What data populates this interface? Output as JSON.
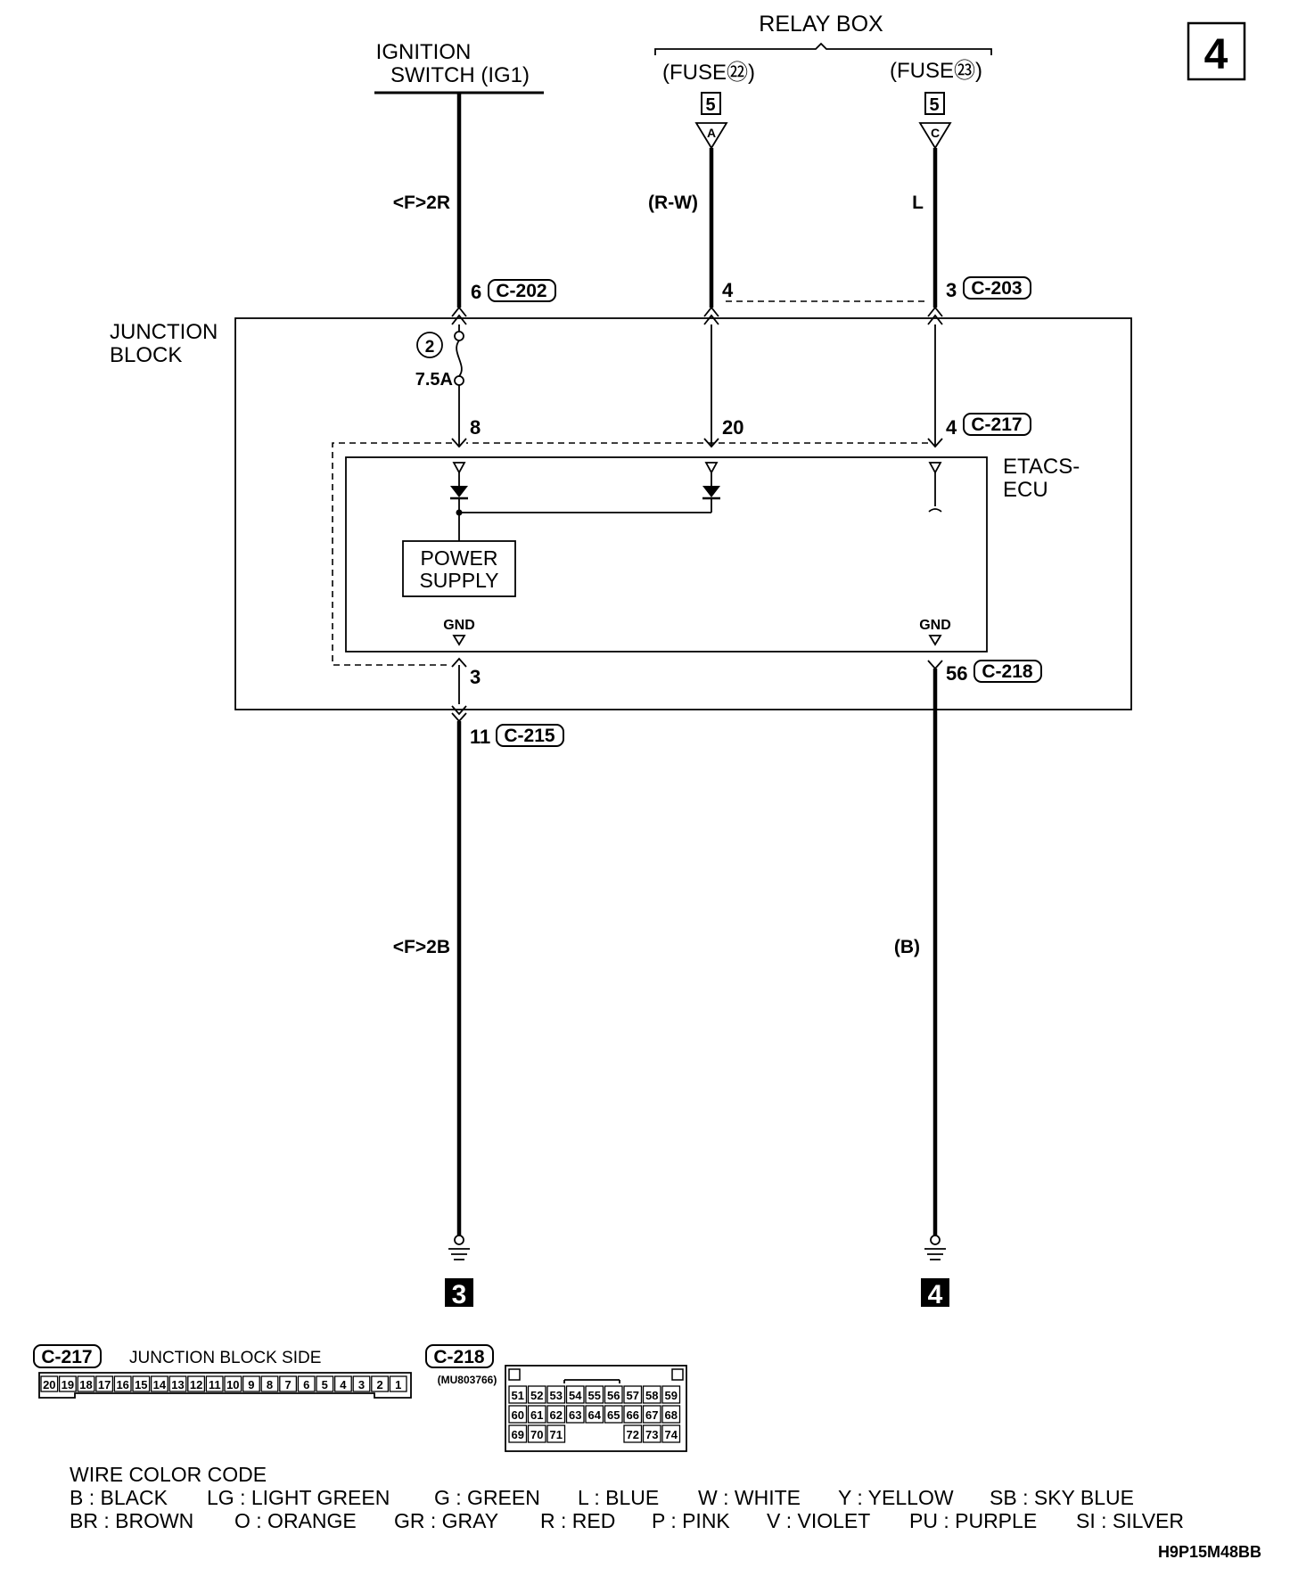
{
  "page_number": "4",
  "relay_box": {
    "title": "RELAY BOX",
    "fuse22": "(FUSE㉒)",
    "fuse23": "(FUSE㉓)",
    "conn_a_number": "5",
    "conn_a_letter": "A",
    "conn_c_number": "5",
    "conn_c_letter": "C"
  },
  "ignition": {
    "line1": "IGNITION",
    "line2": "SWITCH (IG1)"
  },
  "wires": {
    "ig_wire": "<F>2R",
    "a_wire": "(R-W)",
    "c_wire": "L",
    "gnd1_wire": "<F>2B",
    "gnd2_wire": "(B)"
  },
  "pins": {
    "p6": "6",
    "c202": "C-202",
    "p4": "4",
    "p3": "3",
    "c203": "C-203",
    "p8": "8",
    "p20": "20",
    "p4b": "4",
    "c217": "C-217",
    "p3b": "3",
    "p56": "56",
    "c218": "C-218",
    "p11": "11",
    "c215": "C-215"
  },
  "junction_block": {
    "line1": "JUNCTION",
    "line2": "BLOCK",
    "fuse_number": "2",
    "fuse_rating": "7.5A"
  },
  "ecu": {
    "line1": "ETACS-",
    "line2": "ECU",
    "power_line1": "POWER",
    "power_line2": "SUPPLY",
    "gnd_left": "GND",
    "gnd_right": "GND"
  },
  "grounds": {
    "left": "3",
    "right": "4"
  },
  "connector_c217": {
    "label": "C-217",
    "side": "JUNCTION BLOCK SIDE",
    "pins": [
      "20",
      "19",
      "18",
      "17",
      "16",
      "15",
      "14",
      "13",
      "12",
      "11",
      "10",
      "9",
      "8",
      "7",
      "6",
      "5",
      "4",
      "3",
      "2",
      "1"
    ]
  },
  "connector_c218": {
    "label": "C-218",
    "part": "(MU803766)",
    "row1": [
      "51",
      "52",
      "53",
      "54",
      "55",
      "56",
      "57",
      "58",
      "59"
    ],
    "row2": [
      "60",
      "61",
      "62",
      "63",
      "64",
      "65",
      "66",
      "67",
      "68"
    ],
    "row3": [
      "69",
      "70",
      "71",
      "",
      "",
      "",
      "72",
      "73",
      "74"
    ]
  },
  "color_code": {
    "title": "WIRE COLOR CODE",
    "row1": [
      {
        "code": "B : BLACK"
      },
      {
        "code": "LG : LIGHT GREEN"
      },
      {
        "code": "G : GREEN"
      },
      {
        "code": "L : BLUE"
      },
      {
        "code": "W : WHITE"
      },
      {
        "code": "Y : YELLOW"
      },
      {
        "code": "SB : SKY BLUE"
      }
    ],
    "row2": [
      {
        "code": "BR : BROWN"
      },
      {
        "code": "O : ORANGE"
      },
      {
        "code": "GR : GRAY"
      },
      {
        "code": "R : RED"
      },
      {
        "code": "P : PINK"
      },
      {
        "code": "V : VIOLET"
      },
      {
        "code": "PU : PURPLE"
      },
      {
        "code": "SI : SILVER"
      }
    ]
  },
  "figure_code": "H9P15M48BB"
}
